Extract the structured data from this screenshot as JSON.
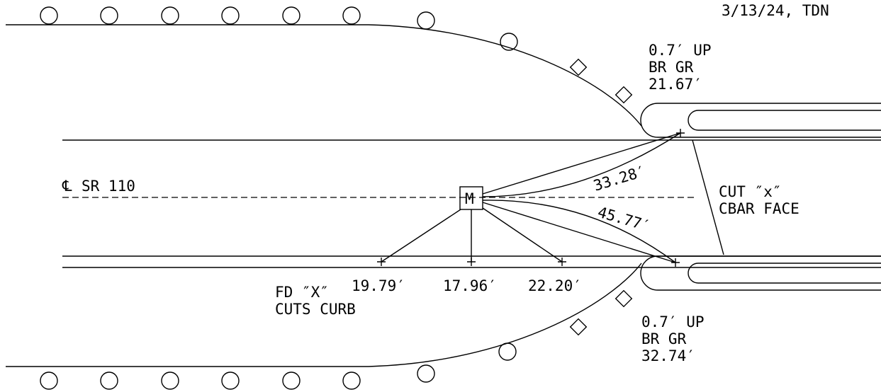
{
  "header": {
    "date_initials": "3/13/24, TDN"
  },
  "centerline": {
    "symbol": "℄",
    "label": "SR 110"
  },
  "monument": {
    "symbol": "M"
  },
  "measurements": {
    "to_upper_point": "33.28′",
    "to_lower_point": "45.77′",
    "to_curb_left": "19.79′",
    "to_curb_center": "17.96′",
    "to_curb_right": "22.20′"
  },
  "notes": {
    "upper_bridge": [
      "0.7′ UP",
      "BR GR",
      "21.67′"
    ],
    "lower_bridge": [
      "0.7′ UP",
      "BR GR",
      "32.74′"
    ],
    "cut_x": [
      "CUT ″x″",
      "CBAR FACE"
    ],
    "found_x": [
      "FD ″X″",
      "CUTS CURB"
    ]
  },
  "colors": {
    "ink": "#000000",
    "paper": "#ffffff"
  }
}
